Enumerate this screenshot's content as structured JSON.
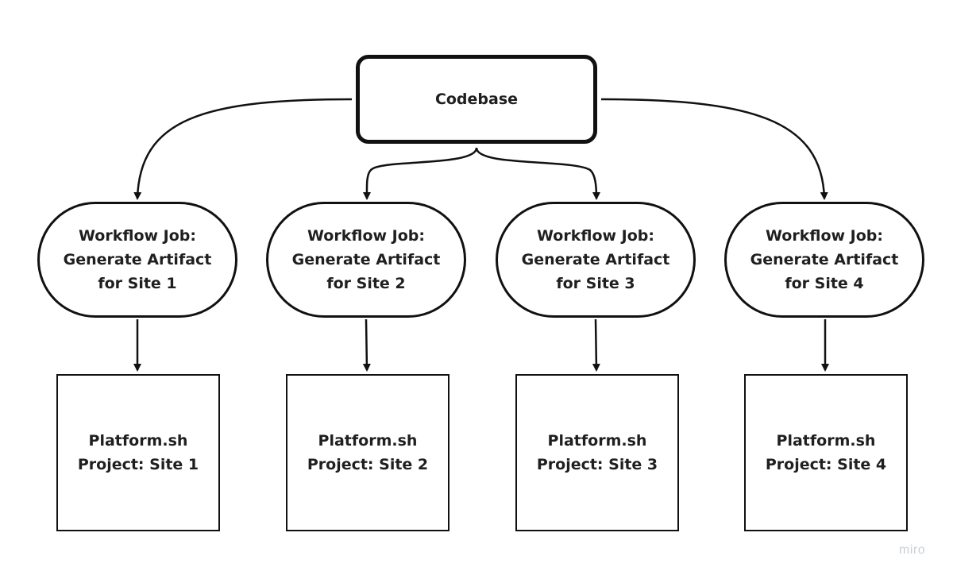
{
  "colors": {
    "stroke": "#111111",
    "text": "#1f1f1f",
    "background": "#ffffff",
    "watermark": "#c9cfd6"
  },
  "diagram": {
    "root": {
      "label": "Codebase"
    },
    "jobs": [
      {
        "label": "Workflow Job:\nGenerate Artifact\nfor Site 1"
      },
      {
        "label": "Workflow Job:\nGenerate Artifact\nfor Site 2"
      },
      {
        "label": "Workflow Job:\nGenerate Artifact\nfor Site 3"
      },
      {
        "label": "Workflow Job:\nGenerate Artifact\nfor Site 4"
      }
    ],
    "projects": [
      {
        "label": "Platform.sh\nProject: Site 1"
      },
      {
        "label": "Platform.sh\nProject: Site 2"
      },
      {
        "label": "Platform.sh\nProject: Site 3"
      },
      {
        "label": "Platform.sh\nProject: Site 4"
      }
    ]
  },
  "watermark": {
    "text": "miro"
  }
}
